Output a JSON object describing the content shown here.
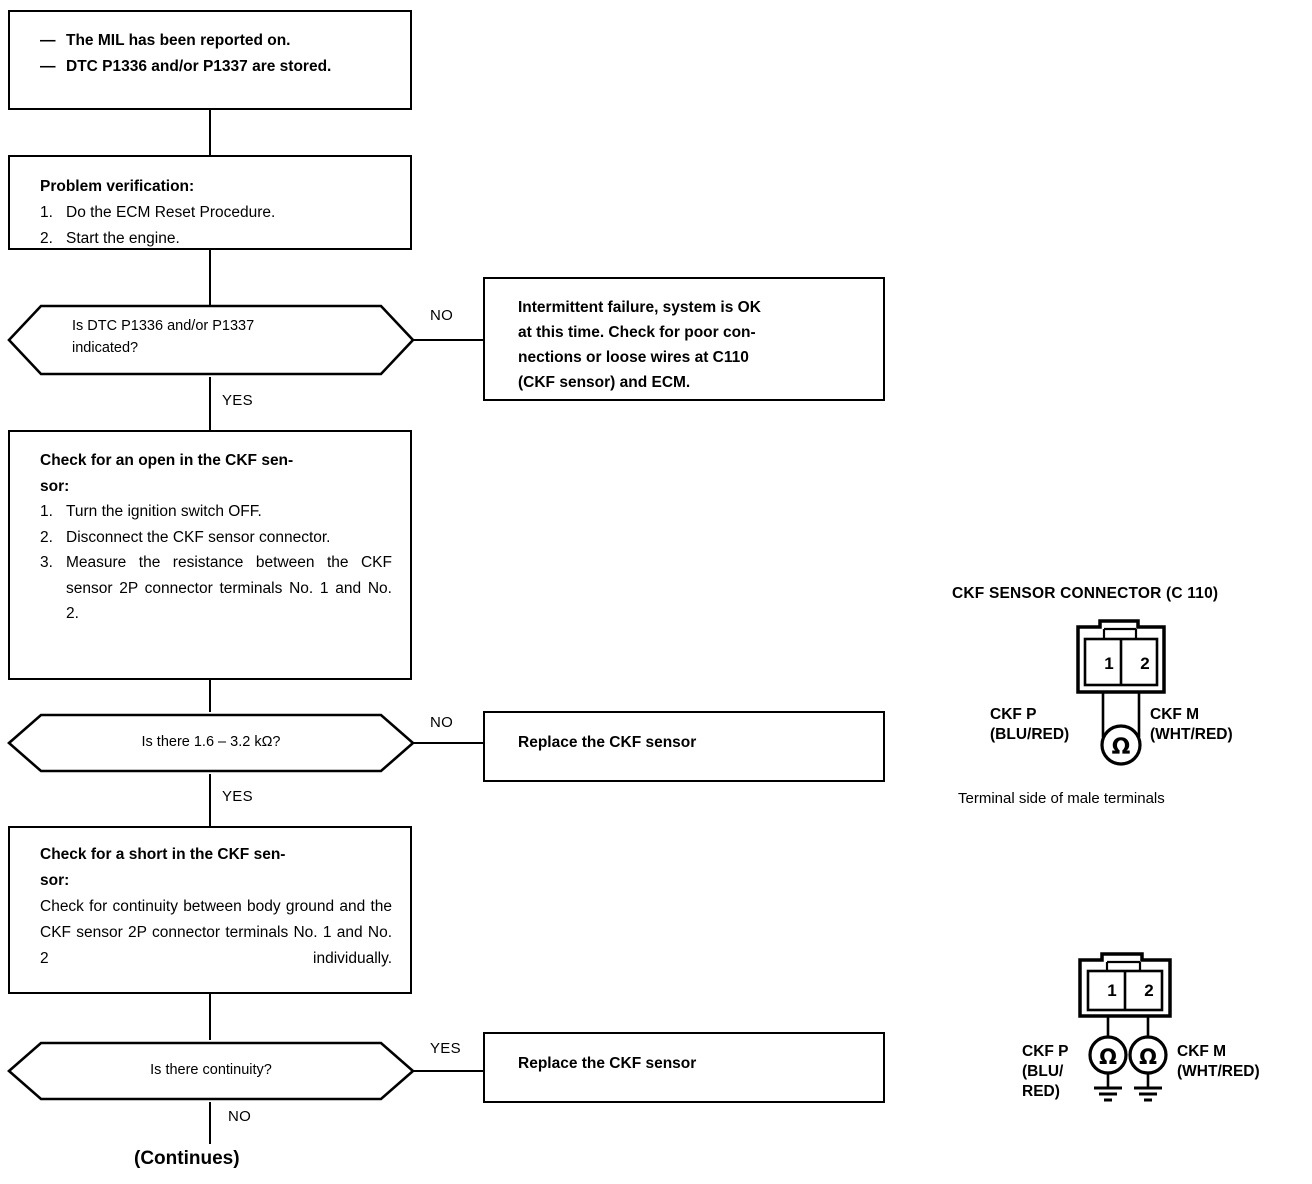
{
  "flow": {
    "start_box": {
      "lines": [
        "The MIL has been reported on.",
        "DTC P1336 and/or P1337 are stored."
      ]
    },
    "problem_verification": {
      "heading": "Problem verification:",
      "steps": [
        "Do the ECM Reset Procedure.",
        "Start the engine."
      ]
    },
    "decision_dtc": {
      "question": "Is DTC P1336 and/or P1337\nindicated?",
      "no_label": "NO",
      "yes_label": "YES"
    },
    "intermittent_box": {
      "text": "Intermittent failure, system is OK at this time. Check for poor connections or loose wires at C110 (CKF sensor) and ECM.",
      "line1": "Intermittent failure, system is OK",
      "line2": "at this time. Check for poor con-",
      "line3": "nections or loose wires at C110",
      "line4": "(CKF sensor) and ECM."
    },
    "check_open": {
      "heading_line1": "Check for an open in the CKF sen-",
      "heading_line2": "sor:",
      "steps": [
        "Turn the ignition switch OFF.",
        "Disconnect the CKF sensor connector.",
        "Measure the resistance between the CKF sensor 2P connector terminals No. 1 and No. 2."
      ]
    },
    "decision_resistance": {
      "question": "Is there 1.6 – 3.2 kΩ?",
      "no_label": "NO",
      "yes_label": "YES"
    },
    "replace_box_1": {
      "text": "Replace the CKF  sensor"
    },
    "check_short": {
      "heading_line1": "Check for a short in the CKF sen-",
      "heading_line2": "sor:",
      "body": "Check for continuity between body ground and the CKF sensor 2P connector terminals No. 1 and No. 2 individually."
    },
    "decision_continuity": {
      "question": "Is there continuity?",
      "yes_label": "YES",
      "no_label": "NO"
    },
    "replace_box_2": {
      "text": "Replace the CKF  sensor"
    },
    "continues": "(Continues)"
  },
  "illustration": {
    "title": "CKF SENSOR CONNECTOR (C 110)",
    "caption": "Terminal side of male terminals",
    "terminals": [
      "1",
      "2"
    ],
    "upper": {
      "left_label": "CKF P\n(BLU/RED)",
      "right_label": "CKF M\n(WHT/RED)",
      "meter_symbol": "Ω"
    },
    "lower": {
      "left_label": "CKF P\n(BLU/\nRED)",
      "right_label": "CKF M\n(WHT/RED)",
      "meter_symbol": "Ω"
    }
  },
  "colors": {
    "ink": "#000000",
    "paper": "#ffffff"
  }
}
